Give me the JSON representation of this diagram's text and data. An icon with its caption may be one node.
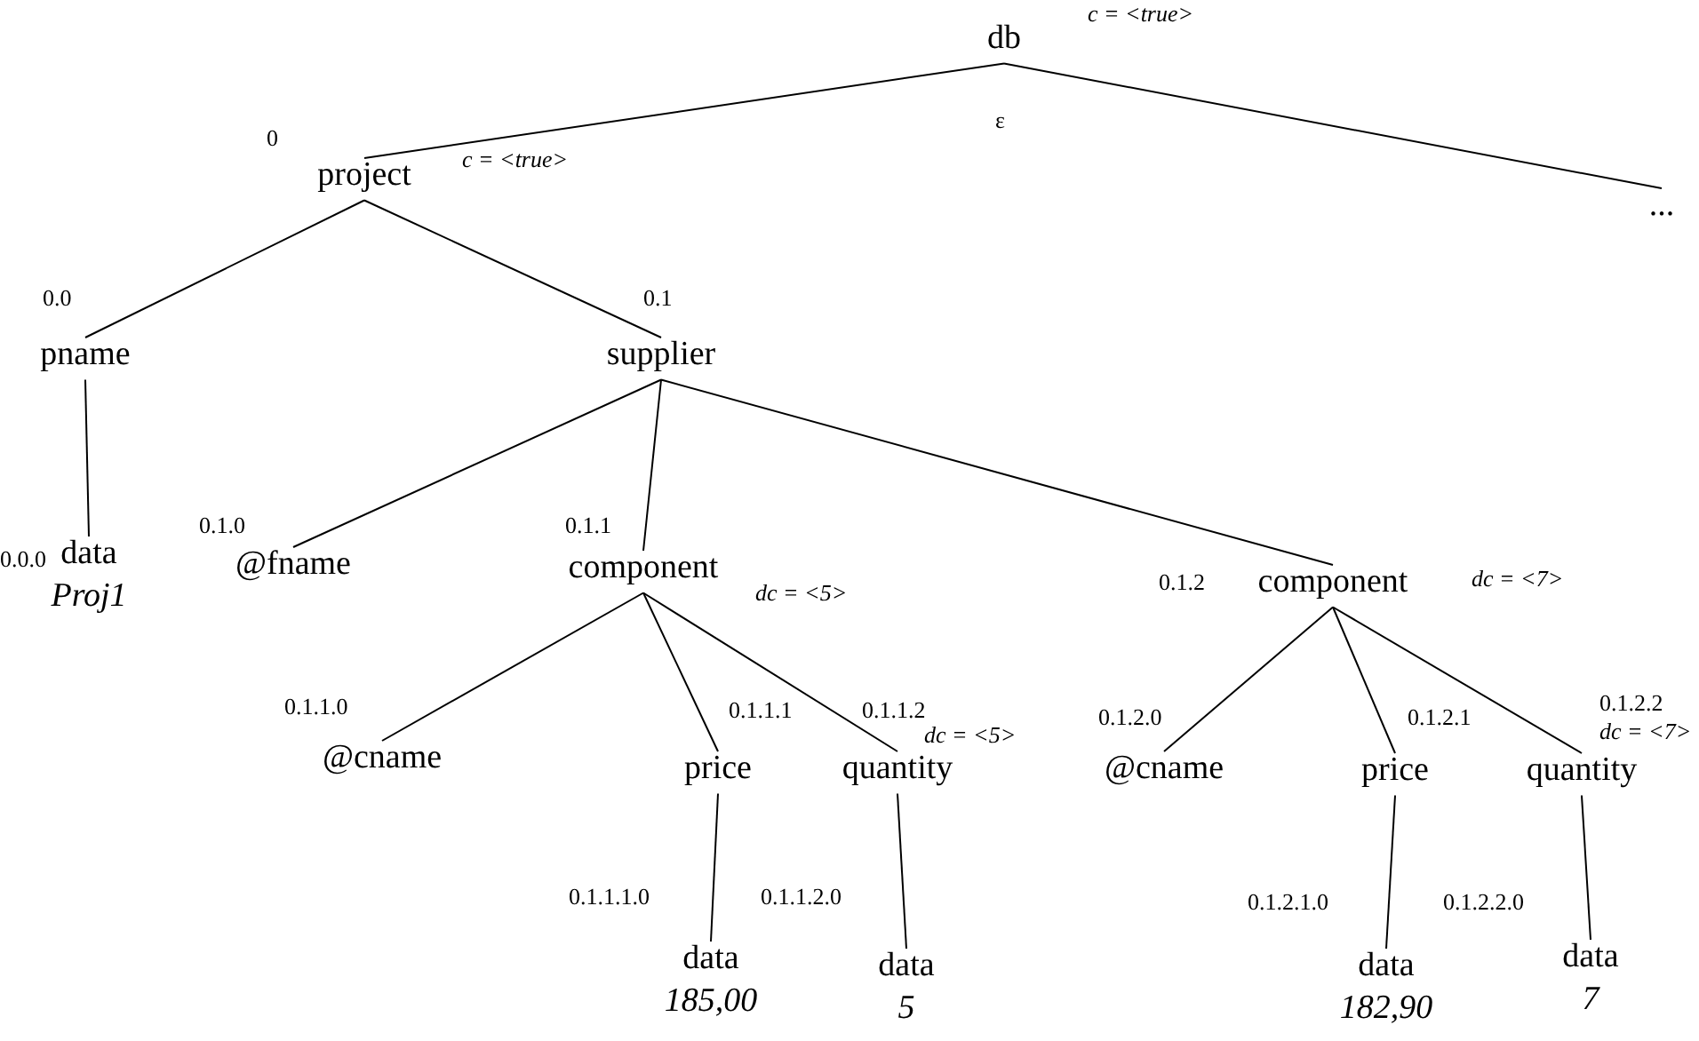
{
  "diagram": {
    "nodes": [
      {
        "text": [
          "db"
        ],
        "beside": [
          "c = <true>",
          "ε"
        ]
      },
      {
        "text": [
          "project"
        ],
        "beside": [
          "0",
          "c = <true>"
        ]
      },
      {
        "text": [
          "..."
        ]
      },
      {
        "text": [
          "pname"
        ],
        "beside": [
          "0.0"
        ]
      },
      {
        "text": [
          "supplier"
        ],
        "beside": [
          "0.1"
        ]
      },
      {
        "text": [
          "data",
          "Proj1"
        ],
        "beside": [
          "0.0.0"
        ]
      },
      {
        "text": [
          "@fname"
        ],
        "beside": [
          "0.1.0"
        ]
      },
      {
        "text": [
          "component"
        ],
        "beside": [
          "0.1.1",
          "dc = <5>"
        ]
      },
      {
        "text": [
          "component"
        ],
        "beside": [
          "0.1.2",
          "dc = <7>"
        ]
      },
      {
        "text": [
          "@cname"
        ],
        "beside": [
          "0.1.1.0"
        ]
      },
      {
        "text": [
          "price"
        ],
        "beside": [
          "0.1.1.1"
        ]
      },
      {
        "text": [
          "quantity"
        ],
        "beside": [
          "0.1.1.2",
          "dc = <5>"
        ]
      },
      {
        "text": [
          "@cname"
        ],
        "beside": [
          "0.1.2.0"
        ]
      },
      {
        "text": [
          "price"
        ],
        "beside": [
          "0.1.2.1"
        ]
      },
      {
        "text": [
          "quantity"
        ],
        "beside": [
          "0.1.2.2",
          "dc = <7>"
        ]
      },
      {
        "text": [
          "data",
          "185,00"
        ],
        "beside": [
          "0.1.1.1.0"
        ]
      },
      {
        "text": [
          "data",
          "5"
        ],
        "beside": [
          "0.1.1.2.0"
        ]
      },
      {
        "text": [
          "data",
          "182,90"
        ],
        "beside": [
          "0.1.2.1.0"
        ]
      },
      {
        "text": [
          "data",
          "7"
        ],
        "beside": [
          "0.1.2.2.0"
        ]
      }
    ],
    "edges": [
      {
        "from": 0,
        "to": 1,
        "arrow": "none"
      },
      {
        "from": 0,
        "to": 2,
        "arrow": "none"
      },
      {
        "from": 1,
        "to": 3,
        "arrow": "none"
      },
      {
        "from": 1,
        "to": 4,
        "arrow": "none"
      },
      {
        "from": 3,
        "to": 5,
        "arrow": "none"
      },
      {
        "from": 4,
        "to": 6,
        "arrow": "none"
      },
      {
        "from": 4,
        "to": 7,
        "arrow": "none"
      },
      {
        "from": 4,
        "to": 8,
        "arrow": "none"
      },
      {
        "from": 7,
        "to": 9,
        "arrow": "none"
      },
      {
        "from": 7,
        "to": 10,
        "arrow": "none"
      },
      {
        "from": 7,
        "to": 11,
        "arrow": "none"
      },
      {
        "from": 8,
        "to": 12,
        "arrow": "none"
      },
      {
        "from": 8,
        "to": 13,
        "arrow": "none"
      },
      {
        "from": 8,
        "to": 14,
        "arrow": "none"
      },
      {
        "from": 10,
        "to": 15,
        "arrow": "none"
      },
      {
        "from": 11,
        "to": 16,
        "arrow": "none"
      },
      {
        "from": 13,
        "to": 17,
        "arrow": "none"
      },
      {
        "from": 14,
        "to": 18,
        "arrow": "none"
      }
    ]
  }
}
